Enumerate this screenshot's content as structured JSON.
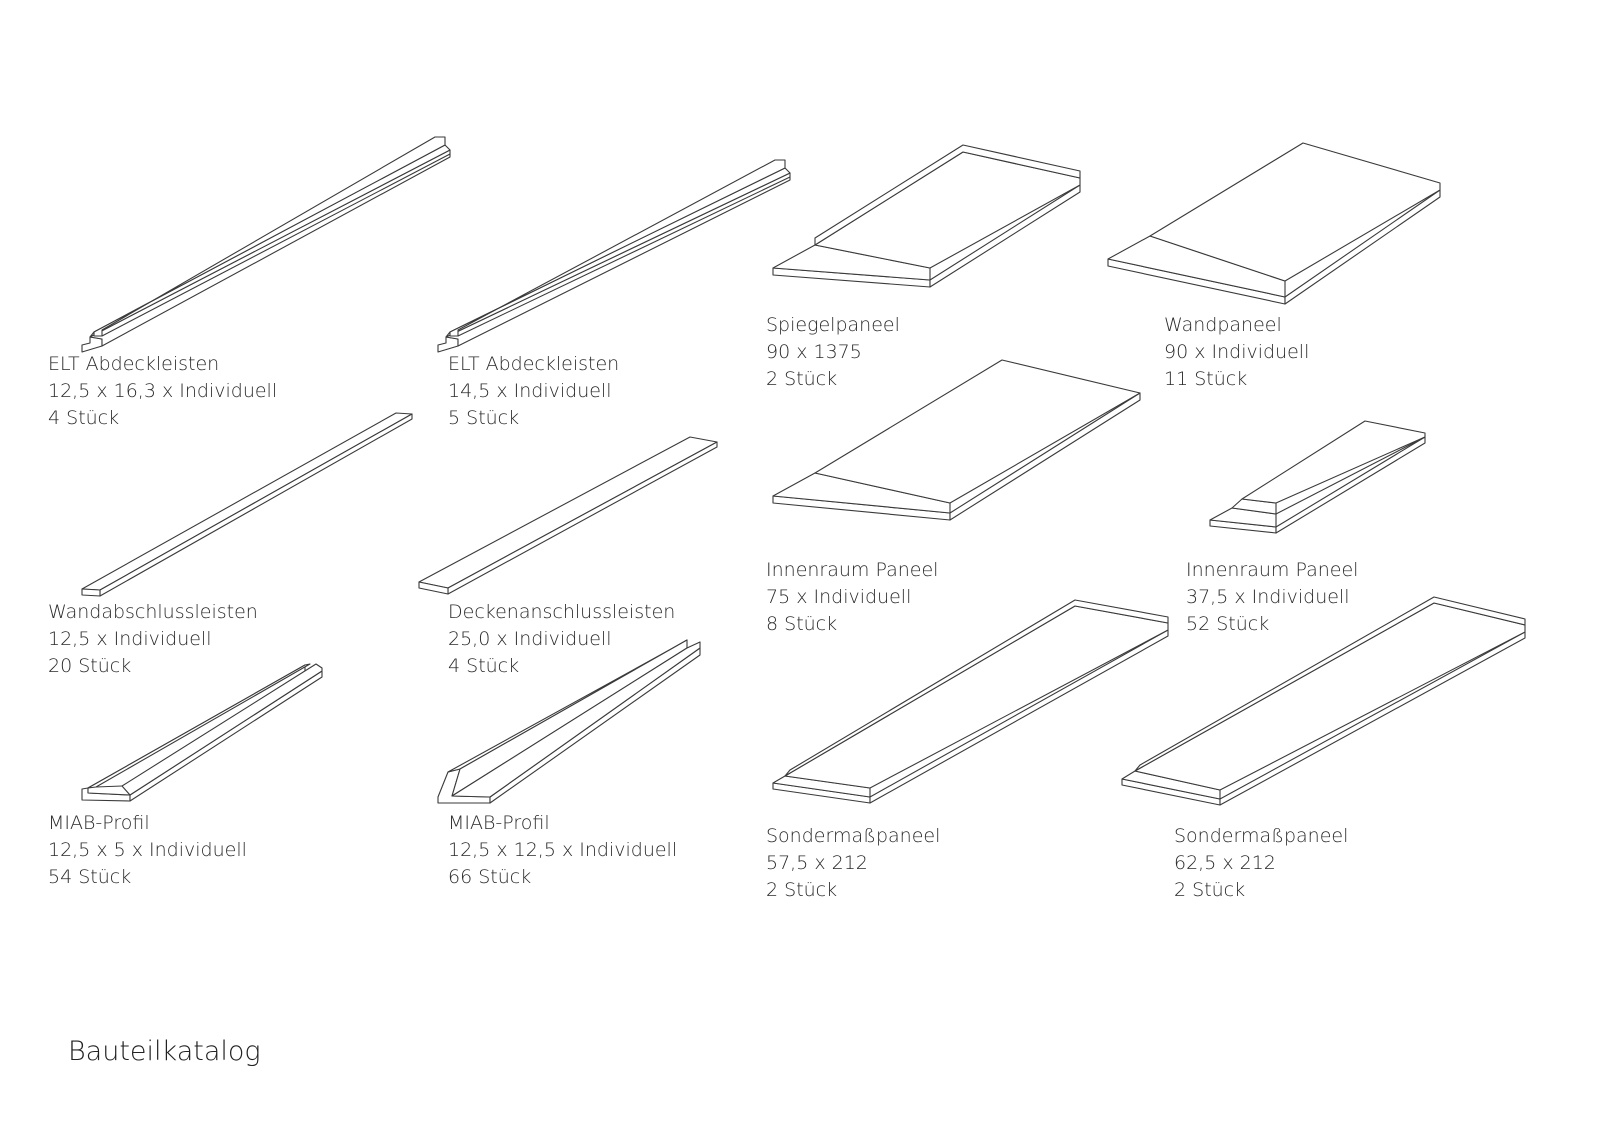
{
  "title": "Bauteilkatalog",
  "items": [
    {
      "name": "ELT Abdeckleisten",
      "dims": "12,5 x 16,3 x Individuell",
      "count": "4 Stück"
    },
    {
      "name": "ELT Abdeckleisten",
      "dims": "14,5 x Individuell",
      "count": "5 Stück"
    },
    {
      "name": "Spiegelpaneel",
      "dims": "90 x 1375",
      "count": "2 Stück"
    },
    {
      "name": "Wandpaneel",
      "dims": "90 x Individuell",
      "count": "11 Stück"
    },
    {
      "name": "Wandabschlussleisten",
      "dims": "12,5 x Individuell",
      "count": "20 Stück"
    },
    {
      "name": "Deckenanschlussleisten",
      "dims": "25,0 x Individuell",
      "count": "4 Stück"
    },
    {
      "name": "Innenraum Paneel",
      "dims": "75 x Individuell",
      "count": "8 Stück"
    },
    {
      "name": "Innenraum Paneel",
      "dims": "37,5 x Individuell",
      "count": "52 Stück"
    },
    {
      "name": "MIAB-Profil",
      "dims": "12,5 x 5 x Individuell",
      "count": "54 Stück"
    },
    {
      "name": "MIAB-Profil",
      "dims": "12,5 x 12,5 x Individuell",
      "count": "66 Stück"
    },
    {
      "name": "Sondermaßpaneel",
      "dims": "57,5 x 212",
      "count": "2 Stück"
    },
    {
      "name": "Sondermaßpaneel",
      "dims": "62,5 x 212",
      "count": "2 Stück"
    }
  ]
}
